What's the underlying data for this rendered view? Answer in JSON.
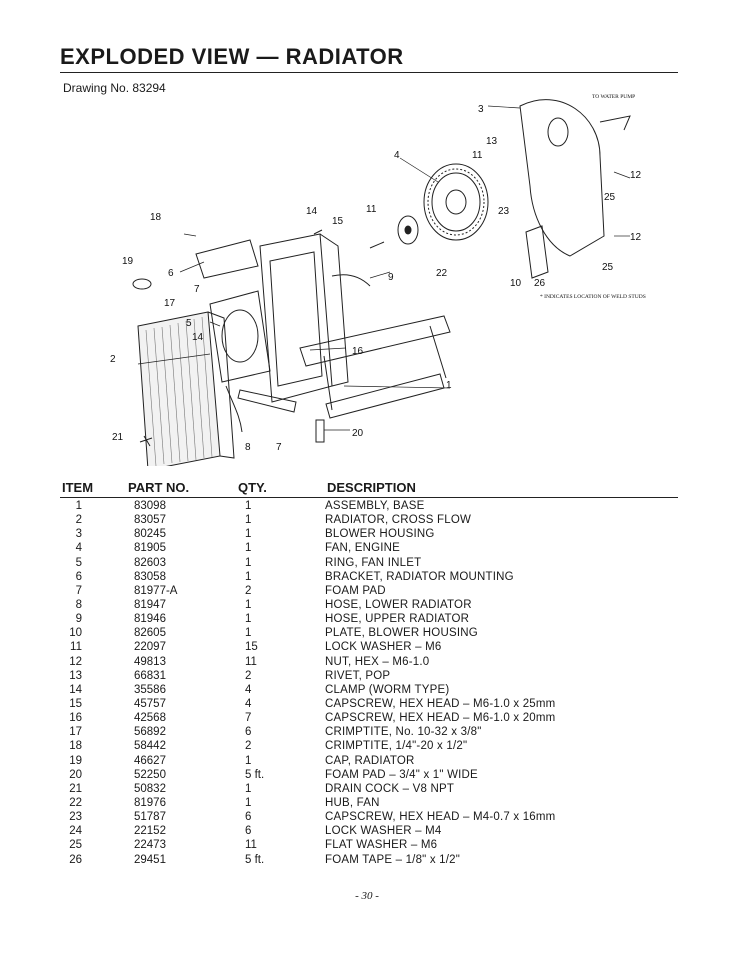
{
  "title": "EXPLODED VIEW — RADIATOR",
  "drawing_no": "Drawing No. 83294",
  "diagram": {
    "callouts": [
      "1",
      "2",
      "3",
      "4",
      "5",
      "6",
      "7",
      "7",
      "8",
      "9",
      "10",
      "11",
      "11",
      "12",
      "12",
      "13",
      "14",
      "14",
      "15",
      "16",
      "17",
      "18",
      "19",
      "20",
      "21",
      "22",
      "23",
      "25",
      "25",
      "26"
    ],
    "to_water_pump": "TO WATER PUMP",
    "weld_note": "* INDICATES LOCATION OF WELD STUDS"
  },
  "table": {
    "headers": {
      "item": "ITEM",
      "part": "PART NO.",
      "qty": "QTY.",
      "desc": "DESCRIPTION"
    },
    "rows": [
      {
        "item": "1",
        "part": "83098",
        "qty": "1",
        "desc": "ASSEMBLY, BASE"
      },
      {
        "item": "2",
        "part": "83057",
        "qty": "1",
        "desc": "RADIATOR, CROSS FLOW"
      },
      {
        "item": "3",
        "part": "80245",
        "qty": "1",
        "desc": "BLOWER HOUSING"
      },
      {
        "item": "4",
        "part": "81905",
        "qty": "1",
        "desc": "FAN, ENGINE"
      },
      {
        "item": "5",
        "part": "82603",
        "qty": "1",
        "desc": "RING, FAN INLET"
      },
      {
        "item": "6",
        "part": "83058",
        "qty": "1",
        "desc": "BRACKET, RADIATOR MOUNTING"
      },
      {
        "item": "7",
        "part": "81977-A",
        "qty": "2",
        "desc": "FOAM PAD"
      },
      {
        "item": "8",
        "part": "81947",
        "qty": "1",
        "desc": "HOSE, LOWER RADIATOR"
      },
      {
        "item": "9",
        "part": "81946",
        "qty": "1",
        "desc": "HOSE, UPPER RADIATOR"
      },
      {
        "item": "10",
        "part": "82605",
        "qty": "1",
        "desc": "PLATE, BLOWER HOUSING"
      },
      {
        "item": "11",
        "part": "22097",
        "qty": "15",
        "desc": "LOCK WASHER – M6"
      },
      {
        "item": "12",
        "part": "49813",
        "qty": "11",
        "desc": "NUT, HEX – M6-1.0"
      },
      {
        "item": "13",
        "part": "66831",
        "qty": "2",
        "desc": "RIVET, POP"
      },
      {
        "item": "14",
        "part": "35586",
        "qty": "4",
        "desc": "CLAMP (WORM TYPE)"
      },
      {
        "item": "15",
        "part": "45757",
        "qty": "4",
        "desc": "CAPSCREW, HEX HEAD – M6-1.0 x 25mm"
      },
      {
        "item": "16",
        "part": "42568",
        "qty": "7",
        "desc": "CAPSCREW, HEX HEAD – M6-1.0 x 20mm"
      },
      {
        "item": "17",
        "part": "56892",
        "qty": "6",
        "desc": "CRIMPTITE, No. 10-32 x 3/8\""
      },
      {
        "item": "18",
        "part": "58442",
        "qty": "2",
        "desc": "CRIMPTITE, 1/4\"-20 x 1/2\""
      },
      {
        "item": "19",
        "part": "46627",
        "qty": "1",
        "desc": "CAP, RADIATOR"
      },
      {
        "item": "20",
        "part": "52250",
        "qty": "5 ft.",
        "desc": "FOAM PAD – 3/4\" x 1\" WIDE"
      },
      {
        "item": "21",
        "part": "50832",
        "qty": "1",
        "desc": "DRAIN COCK – V8 NPT"
      },
      {
        "item": "22",
        "part": "81976",
        "qty": "1",
        "desc": "HUB, FAN"
      },
      {
        "item": "23",
        "part": "51787",
        "qty": "6",
        "desc": "CAPSCREW, HEX HEAD – M4-0.7 x 16mm"
      },
      {
        "item": "24",
        "part": "22152",
        "qty": "6",
        "desc": "LOCK WASHER – M4"
      },
      {
        "item": "25",
        "part": "22473",
        "qty": "11",
        "desc": "FLAT WASHER – M6"
      },
      {
        "item": "26",
        "part": "29451",
        "qty": "5 ft.",
        "desc": "FOAM TAPE – 1/8\" x 1/2\""
      }
    ]
  },
  "page_number": "- 30 -"
}
